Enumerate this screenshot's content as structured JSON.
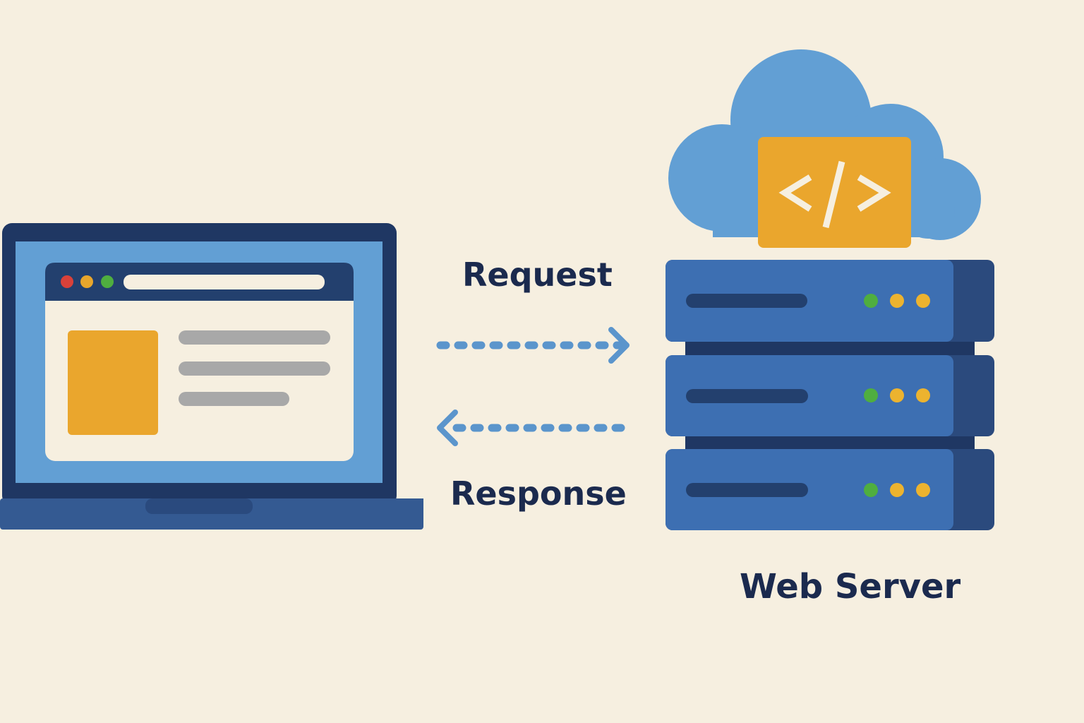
{
  "diagram": {
    "type": "client-server request/response",
    "client": {
      "name": "laptop-browser",
      "window_dots": [
        "#d9413a",
        "#e8a62c",
        "#4fae3f"
      ],
      "content_lines": 3
    },
    "server": {
      "label": "Web Server",
      "units": 3,
      "indicator_lights": [
        "#4fae3f",
        "#ecb32f",
        "#ecb32f"
      ],
      "cloud_code_glyph": "</>"
    },
    "arrows": [
      {
        "label": "Request",
        "direction": "client-to-server"
      },
      {
        "label": "Response",
        "direction": "server-to-client"
      }
    ]
  },
  "colors": {
    "background": "#f6efe0",
    "navy": "#1f3763",
    "blue": "#3d6fb2",
    "light_blue": "#629fd4",
    "orange": "#eaa62d",
    "gray": "#a8a8a8",
    "text": "#1b2a4e"
  }
}
